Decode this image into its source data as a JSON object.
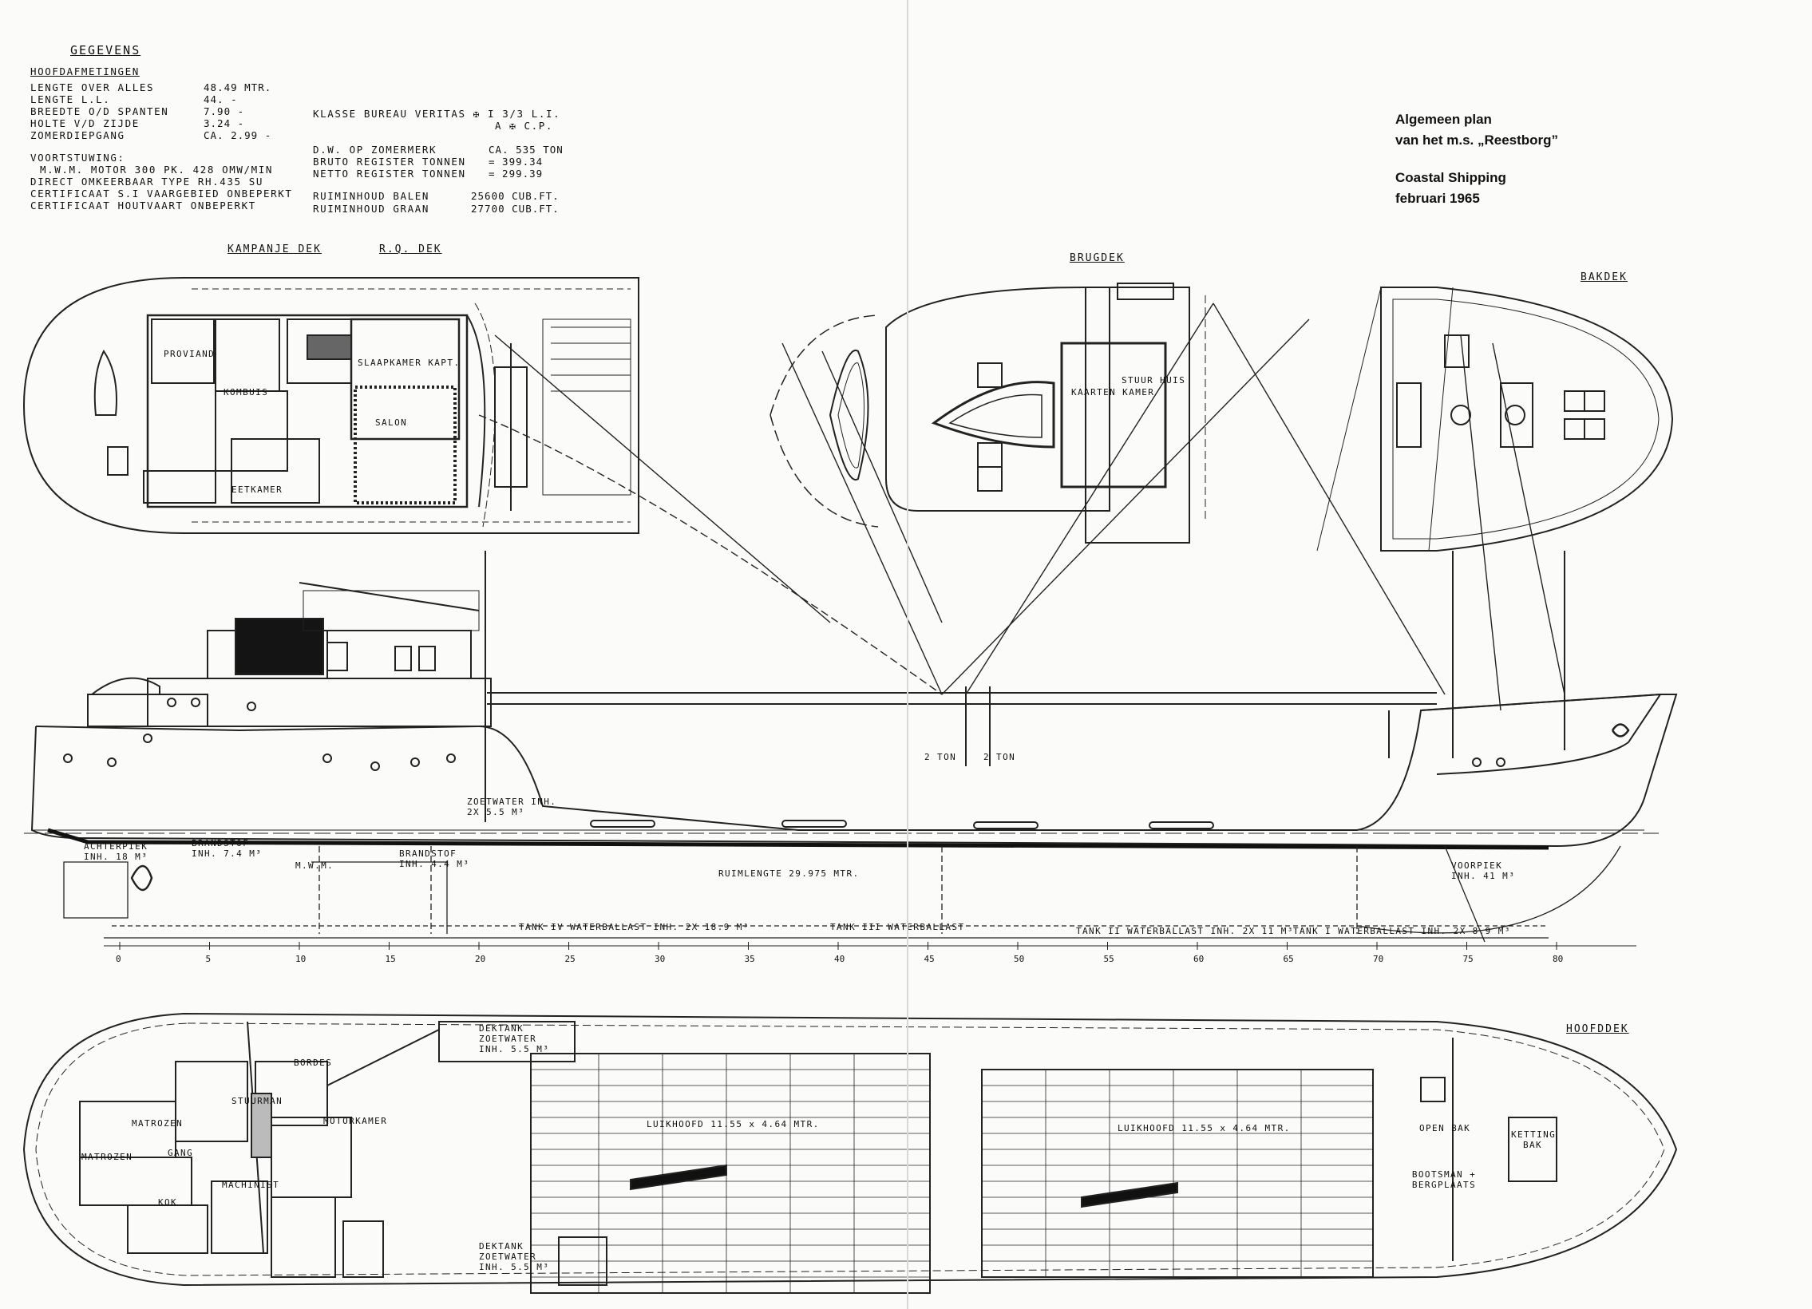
{
  "specs": {
    "title": "GEGEVENS",
    "dims_title": "HOOFDAFMETINGEN",
    "dims": [
      {
        "label": "LENGTE OVER ALLES",
        "value": "48.49 MTR."
      },
      {
        "label": "LENGTE   L.L.",
        "value": "44. -"
      },
      {
        "label": "BREEDTE O/D SPANTEN",
        "value": "7.90 -"
      },
      {
        "label": "HOLTE   V/D ZIJDE",
        "value": "3.24 -"
      },
      {
        "label": "ZOMERDIEPGANG",
        "value": "CA. 2.99 -"
      }
    ],
    "propulsion_title": "VOORTSTUWING:",
    "propulsion": [
      "M.W.M. MOTOR 300 PK. 428 OMW/MIN",
      "DIRECT OMKEERBAAR    TYPE RH.435 SU",
      "CERTIFICAAT S.I VAARGEBIED ONBEPERKT",
      "CERTIFICAAT HOUTVAART ONBEPERKT"
    ],
    "class": [
      "KLASSE BUREAU VERITAS ✠ I 3/3 L.I.",
      "A ✠ C.P."
    ],
    "tonnage": [
      {
        "label": "D.W. OP ZOMERMERK",
        "value": "CA. 535 TON"
      },
      {
        "label": "BRUTO REGISTER TONNEN",
        "value": "= 399.34"
      },
      {
        "label": "NETTO REGISTER TONNEN",
        "value": "= 299.39"
      }
    ],
    "capacity": [
      {
        "label": "RUIMINHOUD BALEN",
        "value": "25600 CUB.FT."
      },
      {
        "label": "RUIMINHOUD GRAAN",
        "value": "27700 CUB.FT."
      }
    ]
  },
  "heading": {
    "line1": "Algemeen plan",
    "line2": "van het m.s. „Reestborg”",
    "line3": "Coastal Shipping",
    "line4": "februari 1965"
  },
  "decks": {
    "kampanje": "KAMPANJE DEK",
    "rq": "R.Q. DEK",
    "brug": "BRUGDEK",
    "bak": "BAKDEK",
    "hoofd": "HOOFDDEK"
  },
  "rooms": {
    "proviand": "PROVIAND",
    "kombuis": "KOMBUIS",
    "eetkamer": "EETKAMER",
    "salon": "SALON",
    "slaapkamer": "SLAAPKAMER KAPT.",
    "kaartenkamer": "KAARTEN KAMER",
    "stuurhuis": "STUUR HUIS",
    "motorkamer": "MOTORKAMER",
    "bordes": "BORDES",
    "matrozen": "MATROZEN",
    "gang": "GANG",
    "kok": "KOK",
    "machinist": "MACHINIST",
    "stuurman": "STUURMAN",
    "open_bak": "OPEN BAK",
    "kettingbak": "KETTING BAK",
    "bootsman": "BOOTSMAN + BERGPLAATS"
  },
  "tanks": {
    "achterpiek": "ACHTERPIEK INH. 18 M³",
    "brandstof1": "BRANDSTOF INH. 7.4 M³",
    "brandstof2": "BRANDSTOF INH. 4.4 M³",
    "zoetwater": "ZOETWATER INH. 2X 5.5 M³",
    "ruimlengte": "RUIMLENGTE  29.975 MTR.",
    "voorpiek": "VOORPIEK INH. 41 M³",
    "tank4": "TANK IV WATERBALLAST INH. 2X 18.9 M³",
    "tank3": "TANK III WATERBALLAST",
    "tank2": "TANK II WATERBALLAST INH. 2X 11 M³",
    "tank1": "TANK I WATERBALLAST INH. 2X 8.9 M³",
    "dektank": "DEKTANK ZOETWATER INH. 5.5 M³",
    "lukhoofd_a": "LUIKHOOFD 11.55 x 4.64 MTR.",
    "lukhoofd_b": "LUIKHOOFD 11.55 x 4.64 MTR.",
    "mwm": "M.W.M.",
    "derrick": "2 TON"
  },
  "frame_numbers": [
    "0",
    "5",
    "10",
    "15",
    "20",
    "25",
    "30",
    "35",
    "40",
    "45",
    "50",
    "55",
    "60",
    "65",
    "70",
    "75",
    "80"
  ]
}
